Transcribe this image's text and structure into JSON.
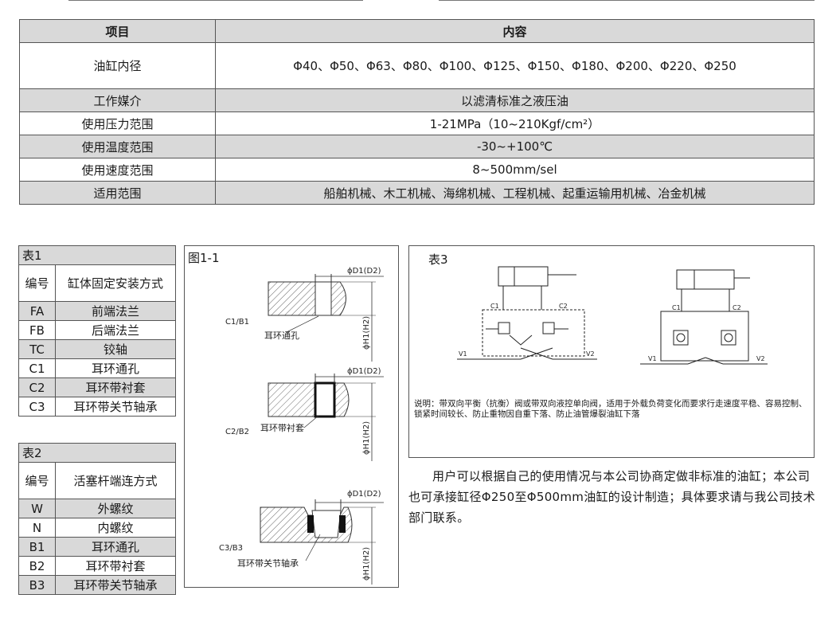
{
  "spec_table": {
    "header": [
      "项目",
      "内容"
    ],
    "rows": [
      {
        "item": "油缸内径",
        "content": "Φ40、Φ50、Φ63、Φ80、Φ100、Φ125、Φ150、Φ180、Φ200、Φ220、Φ250"
      },
      {
        "item": "工作媒介",
        "content": "以滤清标准之液压油"
      },
      {
        "item": "使用压力范围",
        "content": "1-21MPa（10~210Kgf/cm²）"
      },
      {
        "item": "使用温度范围",
        "content": "-30~+100℃"
      },
      {
        "item": "使用速度范围",
        "content": "8~500mm/sel"
      },
      {
        "item": "适用范围",
        "content": "船舶机械、木工机械、海绵机械、工程机械、起重运输用机械、冶金机械"
      }
    ]
  },
  "table1": {
    "title": "表1",
    "header": [
      "编号",
      "缸体固定安装方式"
    ],
    "rows": [
      {
        "code": "FA",
        "desc": "前端法兰"
      },
      {
        "code": "FB",
        "desc": "后端法兰"
      },
      {
        "code": "TC",
        "desc": "铰轴"
      },
      {
        "code": "C1",
        "desc": "耳环通孔"
      },
      {
        "code": "C2",
        "desc": "耳环带衬套"
      },
      {
        "code": "C3",
        "desc": "耳环带关节轴承"
      }
    ]
  },
  "table2": {
    "title": "表2",
    "header": [
      "编号",
      "活塞杆端连方式"
    ],
    "rows": [
      {
        "code": "W",
        "desc": "外螺纹"
      },
      {
        "code": "N",
        "desc": "内螺纹"
      },
      {
        "code": "B1",
        "desc": "耳环通孔"
      },
      {
        "code": "B2",
        "desc": "耳环带衬套"
      },
      {
        "code": "B3",
        "desc": "耳环带关节轴承"
      }
    ]
  },
  "figure1": {
    "title": "图1-1",
    "diagrams": [
      {
        "code": "C1/B1",
        "label": "耳环通孔",
        "dim_d": "ϕD1(D2)",
        "dim_h": "ϕH1(H2)"
      },
      {
        "code": "C2/B2",
        "label": "耳环带衬套",
        "dim_d": "ϕD1(D2)",
        "dim_h": "ϕH1(H2)"
      },
      {
        "code": "C3/B3",
        "label": "耳环带关节轴承",
        "dim_d": "ϕD1(D2)",
        "dim_h": "ϕH1(H2)"
      }
    ]
  },
  "table3": {
    "title": "表3",
    "ports": {
      "c1": "C1",
      "c2": "C2",
      "v1": "V1",
      "v2": "V2"
    },
    "note": "说明：带双向平衡（抗衡）阀或带双向液控单向阀，适用于外载负荷变化而要求行走速度平稳、容易控制、锁紧时间较长、防止重物因自重下落、防止油管爆裂油缸下落"
  },
  "paragraph": "用户可以根据自己的使用情况与本公司协商定做非标准的油缸；本公司也可承接缸径Φ250至Φ500mm油缸的设计制造；具体要求请与我公司技术部门联系。"
}
